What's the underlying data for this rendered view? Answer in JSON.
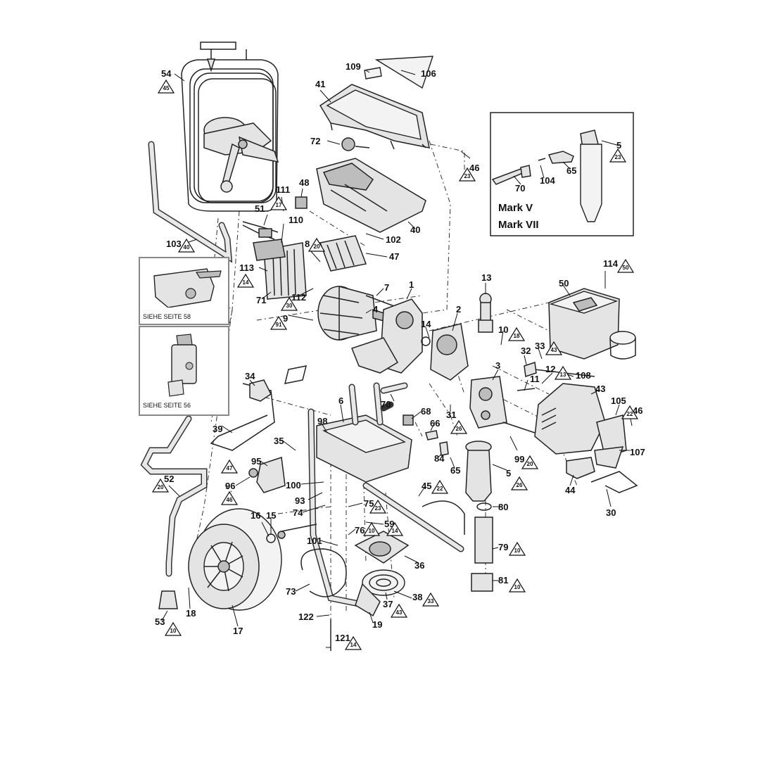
{
  "diagram": {
    "parts": [
      "54",
      "109",
      "106",
      "41",
      "72",
      "46",
      "111",
      "48",
      "51",
      "110",
      "103",
      "113",
      "71",
      "112",
      "7",
      "1",
      "13",
      "40",
      "102",
      "47",
      "8",
      "9",
      "4",
      "2",
      "14",
      "10",
      "32",
      "33",
      "12",
      "108",
      "11",
      "3",
      "50",
      "114",
      "43",
      "105",
      "46",
      "107",
      "44",
      "30",
      "34",
      "6",
      "98",
      "39",
      "35",
      "95",
      "96",
      "100",
      "93",
      "74",
      "75",
      "59",
      "76",
      "101",
      "16",
      "15",
      "36",
      "73",
      "37",
      "38",
      "121",
      "122",
      "19",
      "17",
      "18",
      "53",
      "52",
      "70",
      "68",
      "66",
      "84",
      "65",
      "31",
      "99",
      "5",
      "80",
      "79",
      "81",
      "45",
      "5",
      "104",
      "65",
      "70"
    ],
    "reference_numbers": [
      "45",
      "40",
      "23",
      "17",
      "20",
      "14",
      "30",
      "91",
      "18",
      "43",
      "13",
      "23",
      "47",
      "46",
      "20",
      "22",
      "23",
      "10",
      "10",
      "43",
      "33",
      "14",
      "10",
      "20",
      "26",
      "50",
      "22",
      "26",
      "14",
      "10"
    ],
    "insets": {
      "box1_label": "SIEHE SEITE 58",
      "box2_label": "SIEHE SEITE 56",
      "model_v": "Mark V",
      "model_vii": "Mark VII"
    }
  }
}
